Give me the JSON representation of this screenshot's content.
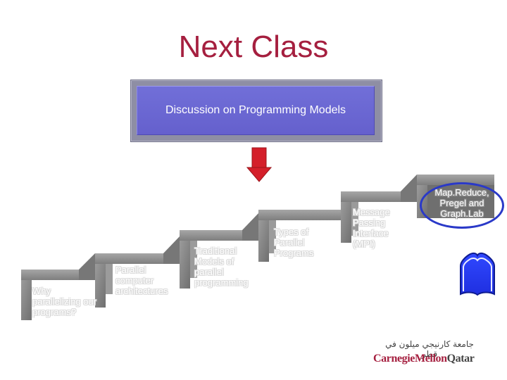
{
  "slide": {
    "title": "Next Class",
    "discussion": "Discussion on Programming Models",
    "steps": [
      {
        "label_lines": [
          "Why",
          "parallelizing our",
          "programs?"
        ]
      },
      {
        "label_lines": [
          "Parallel",
          "computer",
          "architectures"
        ]
      },
      {
        "label_lines": [
          "Traditional",
          "Models of",
          "parallel",
          "programming"
        ]
      },
      {
        "label_lines": [
          "Types of",
          "Parallel",
          "Programs"
        ]
      },
      {
        "label_lines": [
          "Message",
          "Passing",
          "Interface",
          "(MPI)"
        ]
      },
      {
        "label_lines": [
          "Map.Reduce,",
          "Pregel and",
          "Graph.Lab"
        ]
      }
    ],
    "logo": {
      "arabic": "جامعة كارنيجي ميلون في قطر",
      "english_part1": "CarnegieMellon",
      "english_part2": "Qatar"
    },
    "icons": {
      "down_arrow": "red-down-arrow-icon",
      "up_arrow": "blue-up-arrow-icon"
    },
    "colors": {
      "title": "#a51f3f",
      "discussion_fill": "#6d6ad4",
      "stair_gray": "#8c8c8c",
      "highlight_blue": "#2a39c8",
      "down_arrow": "#d41f2a"
    }
  }
}
